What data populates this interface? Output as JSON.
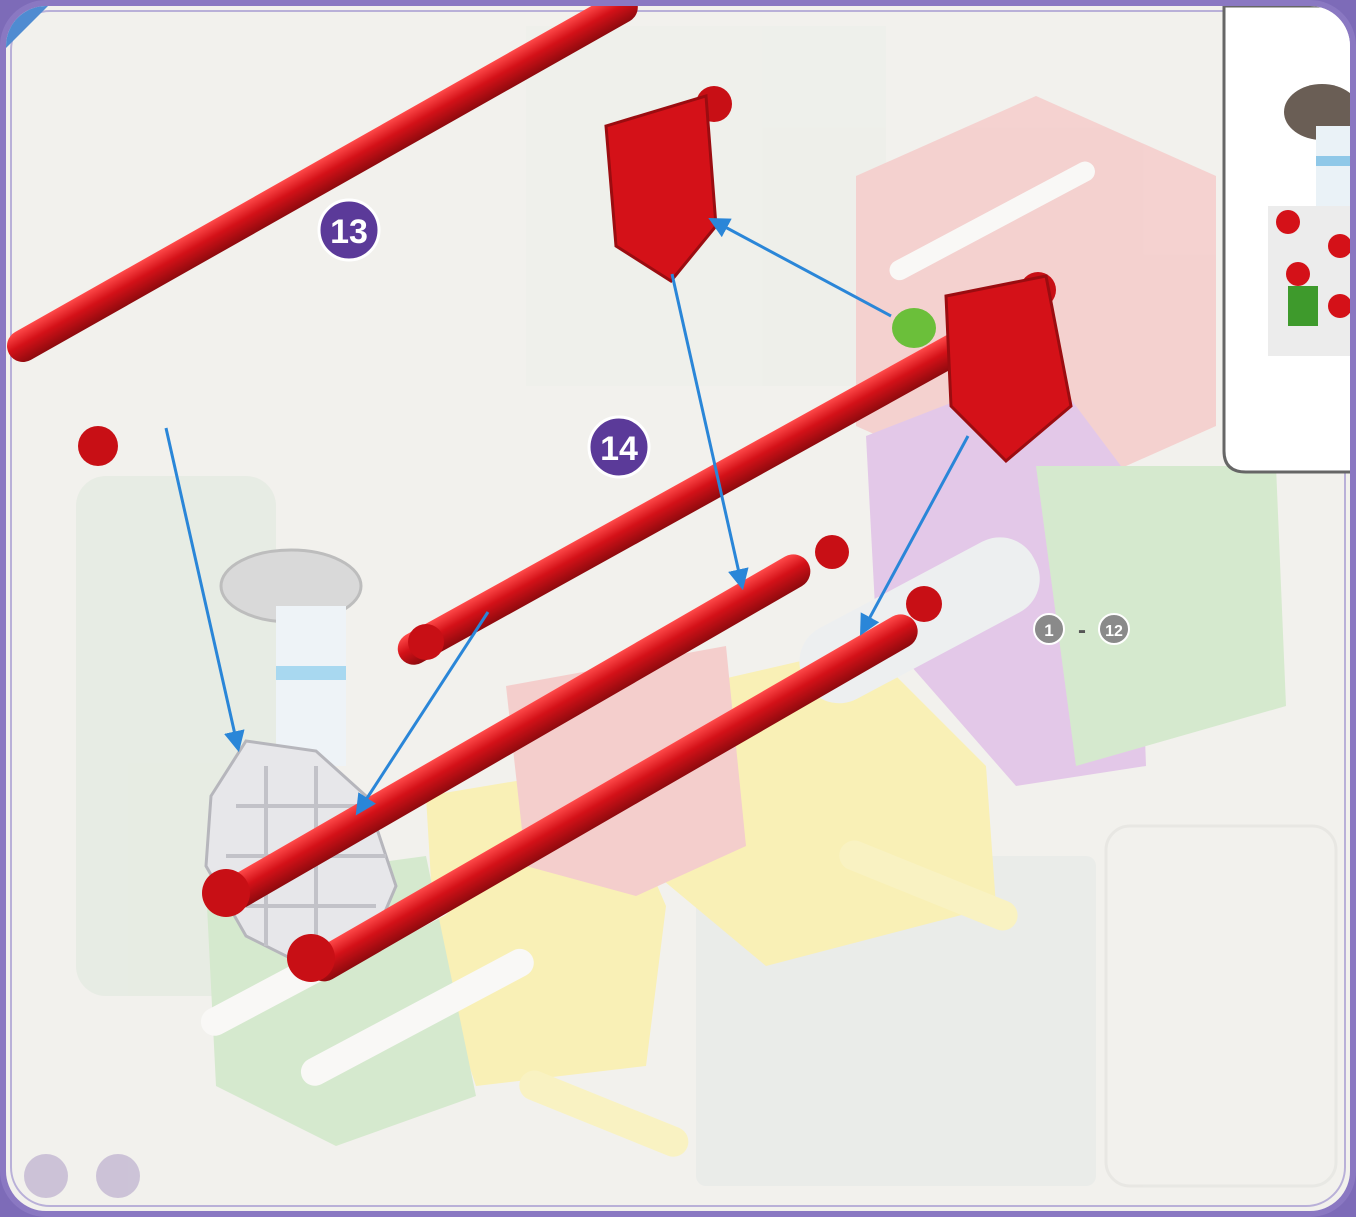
{
  "steps": {
    "step_a": "13",
    "step_b": "14"
  },
  "previous_steps": {
    "from": "1",
    "dash": "-",
    "to": "12"
  },
  "colors": {
    "rod": "#d41118",
    "arrow": "#2a86d8",
    "badge": "#5b3a99",
    "frame": "#8a78c2"
  }
}
